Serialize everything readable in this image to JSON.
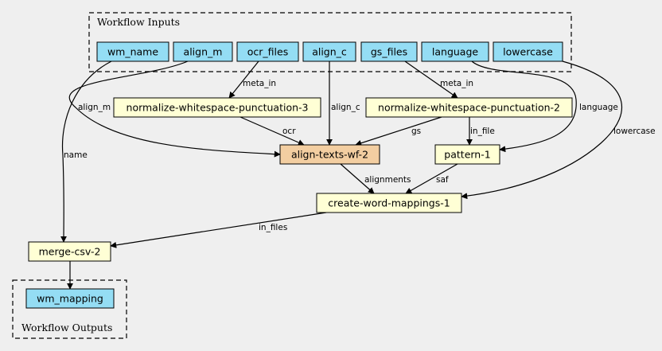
{
  "clusters": {
    "inputs": {
      "label": "Workflow Inputs"
    },
    "outputs": {
      "label": "Workflow Outputs"
    }
  },
  "colors": {
    "io_fill": "#94ddf4",
    "tool_fill": "#ffffd5",
    "subworkflow_fill": "#f3cea1",
    "edge": "#000000"
  },
  "nodes": [
    {
      "id": "wm_name",
      "label": "wm_name",
      "kind": "io"
    },
    {
      "id": "align_m",
      "label": "align_m",
      "kind": "io"
    },
    {
      "id": "ocr_files",
      "label": "ocr_files",
      "kind": "io"
    },
    {
      "id": "align_c",
      "label": "align_c",
      "kind": "io"
    },
    {
      "id": "gs_files",
      "label": "gs_files",
      "kind": "io"
    },
    {
      "id": "language",
      "label": "language",
      "kind": "io"
    },
    {
      "id": "lowercase",
      "label": "lowercase",
      "kind": "io"
    },
    {
      "id": "nwp3",
      "label": "normalize-whitespace-punctuation-3",
      "kind": "tool"
    },
    {
      "id": "nwp2",
      "label": "normalize-whitespace-punctuation-2",
      "kind": "tool"
    },
    {
      "id": "atwf2",
      "label": "align-texts-wf-2",
      "kind": "subworkflow"
    },
    {
      "id": "pattern1",
      "label": "pattern-1",
      "kind": "tool"
    },
    {
      "id": "cwm1",
      "label": "create-word-mappings-1",
      "kind": "tool"
    },
    {
      "id": "mcsv2",
      "label": "merge-csv-2",
      "kind": "tool"
    },
    {
      "id": "wm_mapping",
      "label": "wm_mapping",
      "kind": "io"
    }
  ],
  "edges": [
    {
      "id": "e-ocr-nwp3",
      "from": "ocr_files",
      "to": "nwp3",
      "label": "meta_in"
    },
    {
      "id": "e-gs-nwp2",
      "from": "gs_files",
      "to": "nwp2",
      "label": "meta_in"
    },
    {
      "id": "e-alignm-atwf2",
      "from": "align_m",
      "to": "atwf2",
      "label": "align_m"
    },
    {
      "id": "e-alignc-atwf2",
      "from": "align_c",
      "to": "atwf2",
      "label": "align_c"
    },
    {
      "id": "e-nwp3-atwf2",
      "from": "nwp3",
      "to": "atwf2",
      "label": "ocr"
    },
    {
      "id": "e-nwp2-atwf2",
      "from": "nwp2",
      "to": "atwf2",
      "label": "gs"
    },
    {
      "id": "e-nwp2-pattern1",
      "from": "nwp2",
      "to": "pattern1",
      "label": "in_file"
    },
    {
      "id": "e-language-pattern1",
      "from": "language",
      "to": "pattern1",
      "label": "language"
    },
    {
      "id": "e-atwf2-cwm1",
      "from": "atwf2",
      "to": "cwm1",
      "label": "alignments"
    },
    {
      "id": "e-pattern1-cwm1",
      "from": "pattern1",
      "to": "cwm1",
      "label": "saf"
    },
    {
      "id": "e-lowercase-cwm1",
      "from": "lowercase",
      "to": "cwm1",
      "label": "lowercase"
    },
    {
      "id": "e-wmname-mcsv2",
      "from": "wm_name",
      "to": "mcsv2",
      "label": "name"
    },
    {
      "id": "e-cwm1-mcsv2",
      "from": "cwm1",
      "to": "mcsv2",
      "label": "in_files"
    },
    {
      "id": "e-mcsv2-wmmapping",
      "from": "mcsv2",
      "to": "wm_mapping",
      "label": ""
    }
  ]
}
